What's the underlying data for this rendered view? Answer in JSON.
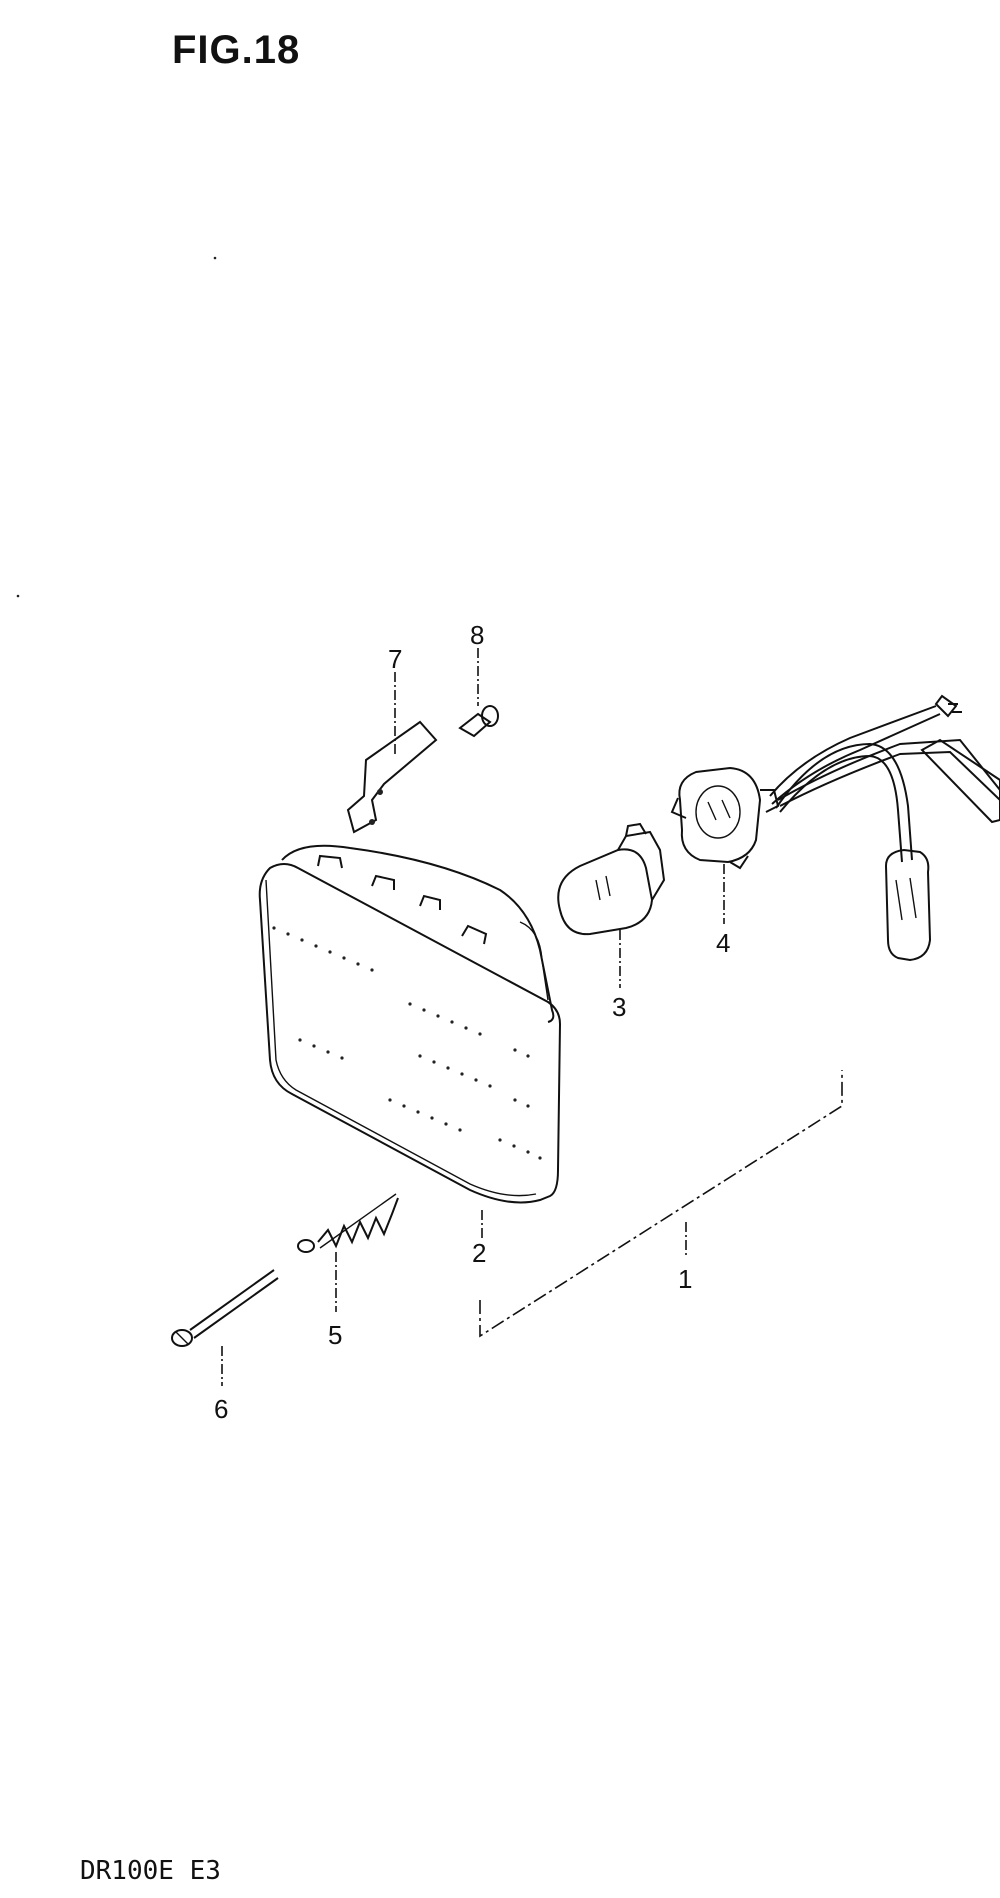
{
  "figure": {
    "title": "FIG.18",
    "model": "DR100E E3"
  },
  "callouts": [
    "1",
    "2",
    "3",
    "4",
    "5",
    "6",
    "7",
    "8"
  ]
}
